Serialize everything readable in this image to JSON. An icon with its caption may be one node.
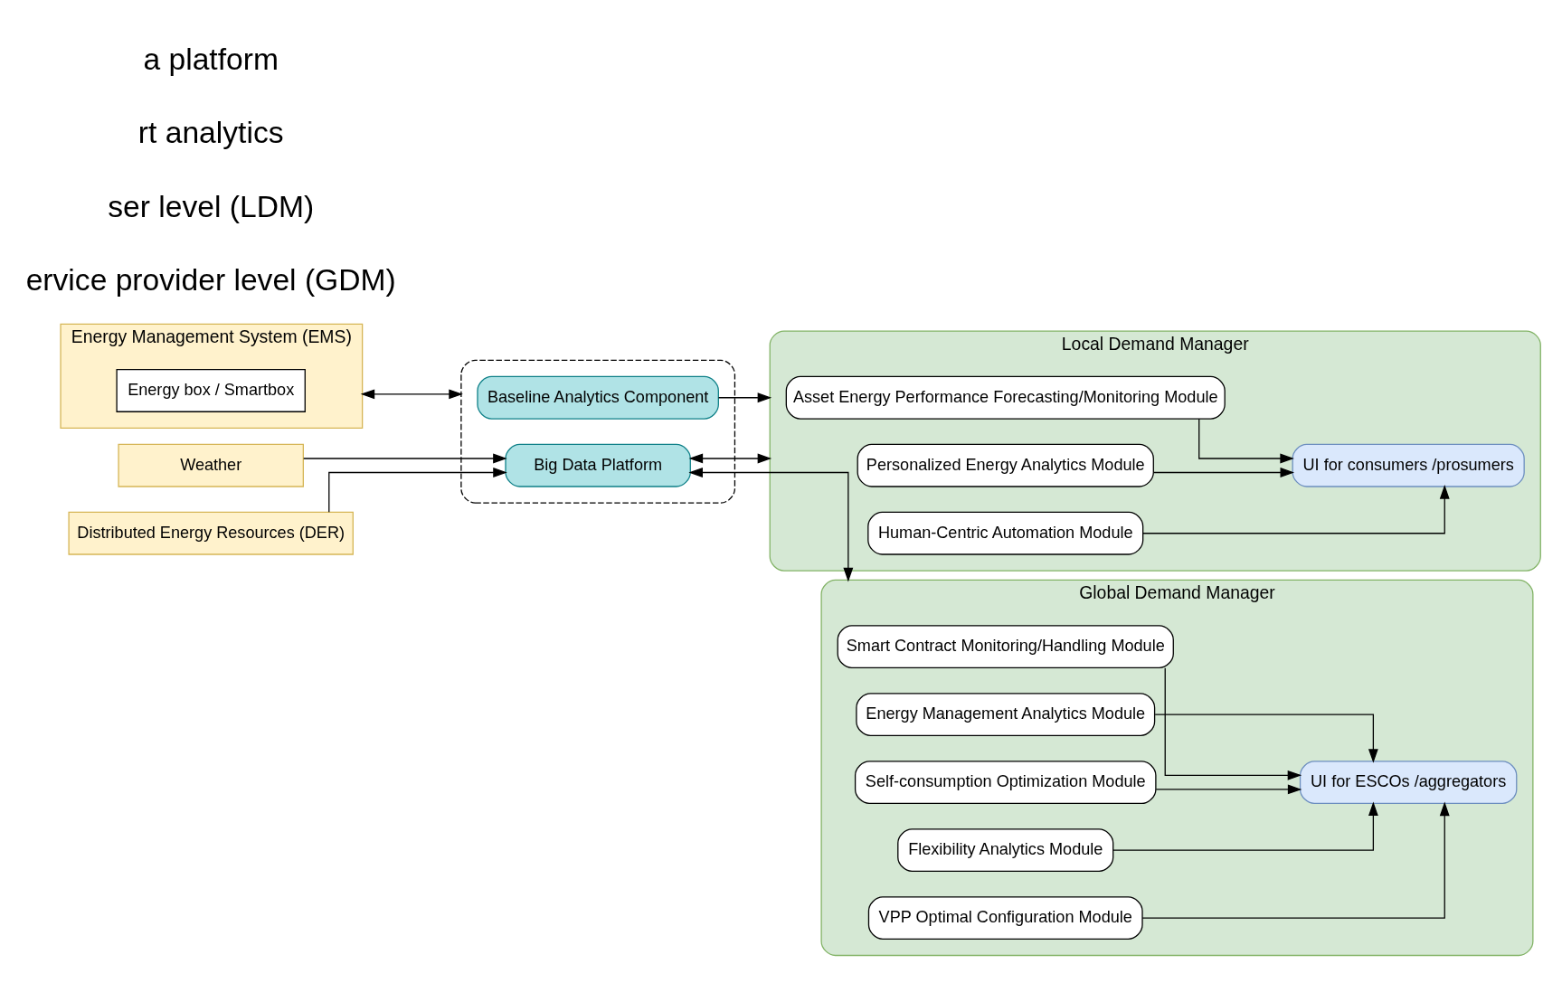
{
  "diagram": {
    "nodes": [
      {
        "text": [
          "Energy Management System (EMS)"
        ]
      },
      {
        "text": [
          "Energy box / Smartbox"
        ],
        "in": 0
      },
      {
        "text": [
          "Weather"
        ]
      },
      {
        "text": [
          "Distributed Energy Resources (DER)"
        ]
      },
      {
        "text": [],
        "shape": "box"
      },
      {
        "text": [
          "Baseline Analytics Component"
        ],
        "in": 4
      },
      {
        "text": [
          "Big Data Platform"
        ],
        "in": 4
      },
      {
        "text": [
          "Local Demand Manager"
        ]
      },
      {
        "text": [
          "Asset Energy Performance Forecasting/Monitoring Module"
        ],
        "in": 7
      },
      {
        "text": [
          "Personalized Energy Analytics Module"
        ],
        "in": 7
      },
      {
        "text": [
          "Human-Centric Automation Module"
        ],
        "in": 7
      },
      {
        "text": [
          "UI for consumers /prosumers"
        ],
        "in": 7
      },
      {
        "text": [
          "Global Demand Manager"
        ]
      },
      {
        "text": [
          "Smart Contract Monitoring/Handling Module"
        ],
        "in": 12
      },
      {
        "text": [
          "Energy Management Analytics Module"
        ],
        "in": 12
      },
      {
        "text": [
          "Self-consumption Optimization Module"
        ],
        "in": 12
      },
      {
        "text": [
          "Flexibility Analytics Module"
        ],
        "in": 12
      },
      {
        "text": [
          "VPP Optimal Configuration Module"
        ],
        "in": 12
      },
      {
        "text": [
          "UI for ESCOs /aggregators"
        ],
        "in": 12
      }
    ],
    "edges": [
      {
        "from": 0,
        "to": 4,
        "arrow": "both"
      },
      {
        "from": 2,
        "to": 6,
        "arrow": "to"
      },
      {
        "from": 3,
        "to": 6,
        "arrow": "to"
      },
      {
        "from": 5,
        "to": 7,
        "arrow": "to"
      },
      {
        "from": 6,
        "to": 7,
        "arrow": "both"
      },
      {
        "from": 6,
        "to": 12,
        "arrow": "both"
      },
      {
        "from": 8,
        "to": 11,
        "arrow": "to"
      },
      {
        "from": 9,
        "to": 11,
        "arrow": "to"
      },
      {
        "from": 10,
        "to": 11,
        "arrow": "to"
      },
      {
        "from": 13,
        "to": 18,
        "arrow": "to"
      },
      {
        "from": 14,
        "to": 18,
        "arrow": "to"
      },
      {
        "from": 15,
        "to": 18,
        "arrow": "to"
      },
      {
        "from": 16,
        "to": 18,
        "arrow": "to"
      },
      {
        "from": 17,
        "to": 18,
        "arrow": "to"
      }
    ],
    "labels": [
      "a platform",
      "rt analytics",
      "ser level (LDM)",
      "ervice provider level (GDM)"
    ]
  }
}
